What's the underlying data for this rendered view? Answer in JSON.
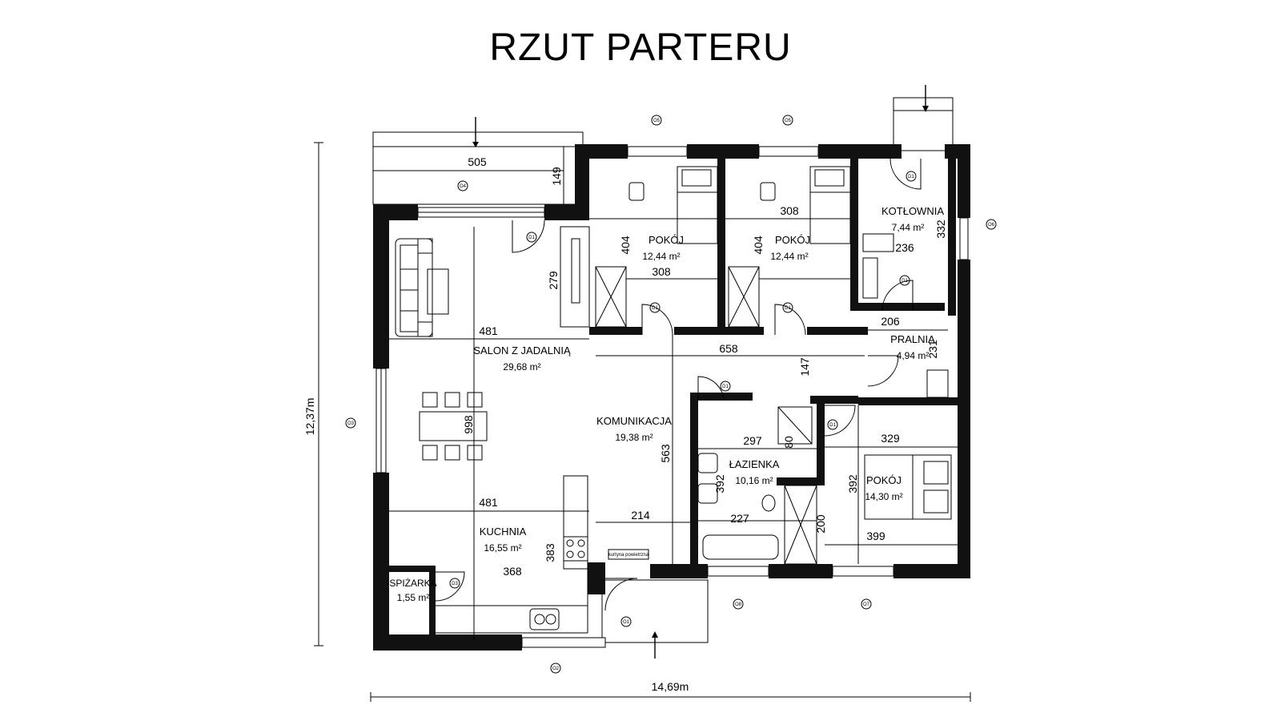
{
  "title": "RZUT PARTERU",
  "overall": {
    "width": "14,69m",
    "height": "12,37m"
  },
  "rooms": {
    "salon": {
      "name": "SALON Z JADALNIĄ",
      "area": "29,68 m²"
    },
    "komunikacja": {
      "name": "KOMUNIKACJA",
      "area": "19,38 m²"
    },
    "kuchnia": {
      "name": "KUCHNIA",
      "area": "16,55 m²"
    },
    "spizarka": {
      "name": "SPIŻARKA",
      "area": "1,55 m²"
    },
    "pokoj1": {
      "name": "POKÓJ",
      "area": "12,44 m²"
    },
    "pokoj2": {
      "name": "POKÓJ",
      "area": "12,44 m²"
    },
    "kotlownia": {
      "name": "KOTŁOWNIA",
      "area": "7,44 m²"
    },
    "pralnia": {
      "name": "PRALNIA",
      "area": "4,94 m²"
    },
    "lazienka": {
      "name": "ŁAZIENKA",
      "area": "10,16 m²"
    },
    "pokoj3": {
      "name": "POKÓJ",
      "area": "14,30 m²"
    }
  },
  "dims": {
    "d505": "505",
    "d149": "149",
    "d279": "279",
    "d481a": "481",
    "d481b": "481",
    "d998": "998",
    "d368": "368",
    "d383": "383",
    "d404a": "404",
    "d308a": "308",
    "d404b": "404",
    "d308b": "308",
    "d332": "332",
    "d236": "236",
    "d206": "206",
    "d231": "231",
    "d658": "658",
    "d147": "147",
    "d563": "563",
    "d214": "214",
    "d297": "297",
    "d392a": "392",
    "d227": "227",
    "d200": "200",
    "d329": "329",
    "d392b": "392",
    "d399": "399",
    "d80": "80"
  },
  "tags": {
    "o1": "O1",
    "o2": "O2",
    "o3": "O3",
    "o4": "O4",
    "o5a": "O5",
    "o5b": "O5",
    "o6": "O6",
    "o7": "O7",
    "o8": "O8",
    "d1": "D1",
    "d3": "D3",
    "kurtyna": "kurtyna powietrzna"
  },
  "colors": {
    "wall": "#111111",
    "line": "#000000",
    "background": "#ffffff"
  }
}
